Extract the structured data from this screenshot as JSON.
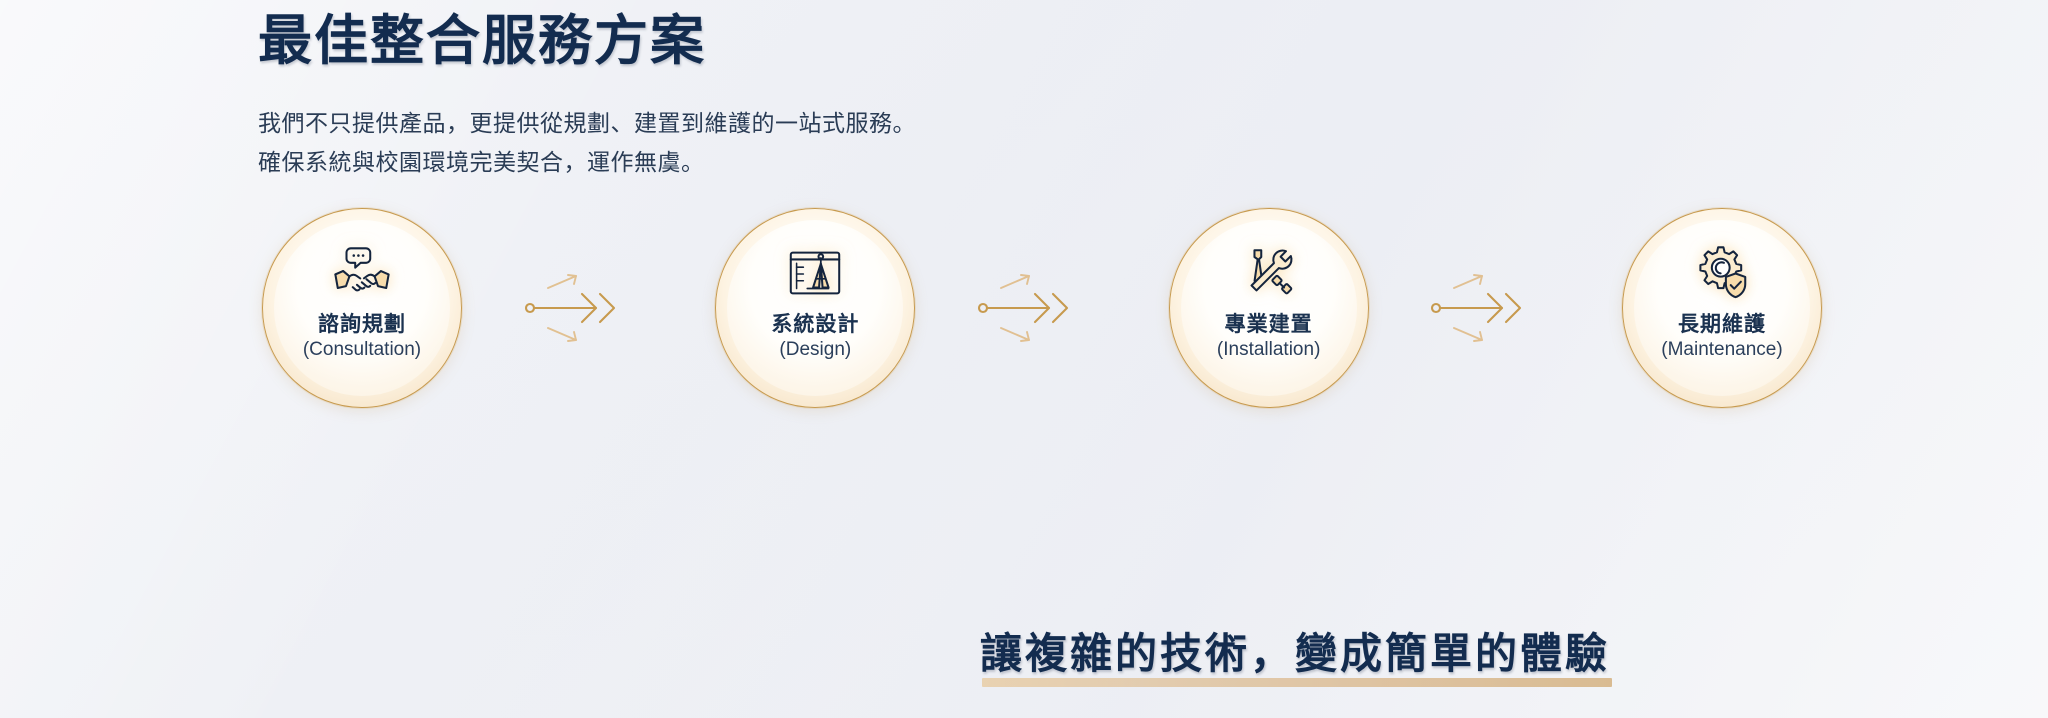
{
  "header": {
    "title": "最佳整合服務方案",
    "subtitle_lines": [
      "我們不只提供產品，更提供從規劃、建置到維護的一站式服務。",
      "確保系統與校園環境完美契合，運作無虞。"
    ]
  },
  "process": {
    "steps": [
      {
        "label_zh": "諮詢規劃",
        "label_en": "(Consultation)",
        "icon": "handshake-speech-bubble-icon"
      },
      {
        "label_zh": "系統設計",
        "label_en": "(Design)",
        "icon": "blueprint-compass-icon"
      },
      {
        "label_zh": "專業建置",
        "label_en": "(Installation)",
        "icon": "wrench-screwdriver-tools-icon"
      },
      {
        "label_zh": "長期維護",
        "label_en": "(Maintenance)",
        "icon": "gear-shield-check-icon"
      }
    ],
    "connector_icon": "double-chevron-arrow-icon"
  },
  "footer": {
    "tagline": "讓複雜的技術，變成簡單的體驗"
  },
  "colors": {
    "navy": "#132c4f",
    "gold": "#c79a4e",
    "gold_light": "#e9c48d",
    "background": "#f2f3f7"
  }
}
